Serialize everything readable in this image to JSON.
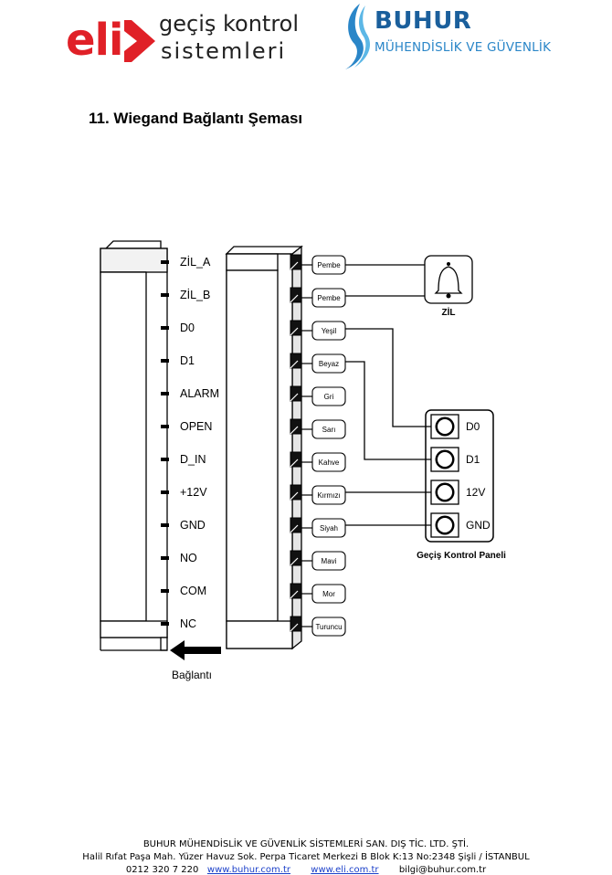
{
  "header": {
    "eli_logo": {
      "word": "eli",
      "line1": "geçiş kontrol",
      "line2": "sistemleri"
    },
    "buhur_logo": {
      "name": "BUHUR",
      "subtitle": "MÜHENDİSLİK VE GÜVENLİK"
    }
  },
  "section_title": "11. Wiegand Bağlantı Şeması",
  "diagram": {
    "terminals": [
      "ZİL_A",
      "ZİL_B",
      "D0",
      "D1",
      "ALARM",
      "OPEN",
      "D_IN",
      "+12V",
      "GND",
      "NO",
      "COM",
      "NC"
    ],
    "wires": [
      "Pembe",
      "Pembe",
      "Yeşil",
      "Beyaz",
      "Gri",
      "Sarı",
      "Kahve",
      "Kırmızı",
      "Siyah",
      "Mavi",
      "Mor",
      "Turuncu"
    ],
    "bell_label": "ZİL",
    "panel": {
      "terminals": [
        "D0",
        "D1",
        "12V",
        "GND"
      ],
      "label": "Geçiş Kontrol Paneli"
    },
    "arrow_label": "Bağlantı"
  },
  "footer": {
    "company": "BUHUR MÜHENDİSLİK VE GÜVENLİK SİSTEMLERİ SAN. DIŞ TİC. LTD. ŞTİ.",
    "address": "Halil Rıfat Paşa Mah. Yüzer Havuz Sok. Perpa Ticaret Merkezi B Blok K:13 No:2348 Şişli / İSTANBUL",
    "phone": "0212 320 7 220",
    "website1": "www.buhur.com.tr",
    "website2": "www.eli.com.tr",
    "email": "bilgi@buhur.com.tr"
  }
}
